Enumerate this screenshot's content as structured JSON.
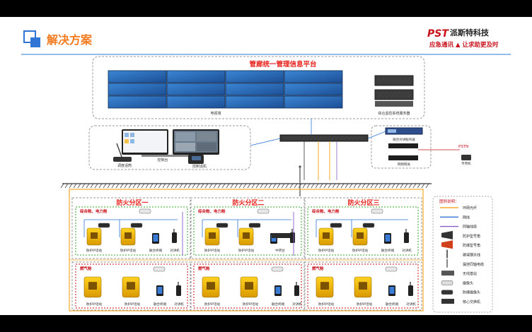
{
  "header": {
    "title": "解决方案",
    "logo_text": "PST",
    "company": "派斯特科技",
    "slogan": "应急通讯 ▲ 让求助更及时"
  },
  "platform": {
    "title": "管廊统一管理信息平台",
    "video_wall_label": "电视墙",
    "server_label": "综合监控系统服务器"
  },
  "control": {
    "console_label": "控制台",
    "dispatch_label": "调度话筒",
    "control_phone_label": "控制话机"
  },
  "right_equipment": {
    "server_label": "融合对讲服务器",
    "voice_gw_label": "语音网关",
    "net_gw_label": "网络网关",
    "pstn_label": "PSTN",
    "phone_label": "专用机"
  },
  "zones": [
    {
      "title": "防火分区一",
      "cabin_label": "综合舱、电力舱",
      "gas_label": "燃气舱"
    },
    {
      "title": "防火分区二",
      "cabin_label": "综合舱、电力舱",
      "gas_label": "燃气舱"
    },
    {
      "title": "防火分区三",
      "cabin_label": "综合舱、电力舱",
      "gas_label": "燃气舱"
    }
  ],
  "device_labels": {
    "ip_phone": "防护IP话站",
    "fusion": "融合终端",
    "walkie": "对讲机",
    "repeater": "中转台"
  },
  "legend": {
    "title": "图例说明：",
    "items": [
      "环网光纤",
      "网线",
      "同轴线缆",
      "防护型号角",
      "防爆型号角",
      "玻璃钢天线",
      "漏泄同轴电缆",
      "无线基站",
      "摄像头",
      "防爆摄像头",
      "核心交换机"
    ]
  },
  "colors": {
    "header_orange": "#f47b20",
    "title_red": "#e8211b",
    "cabin_green": "#33a02c",
    "ring_orange": "#f7a928",
    "net_blue": "#2e75d6",
    "coax_purple": "#8a5cc7"
  }
}
